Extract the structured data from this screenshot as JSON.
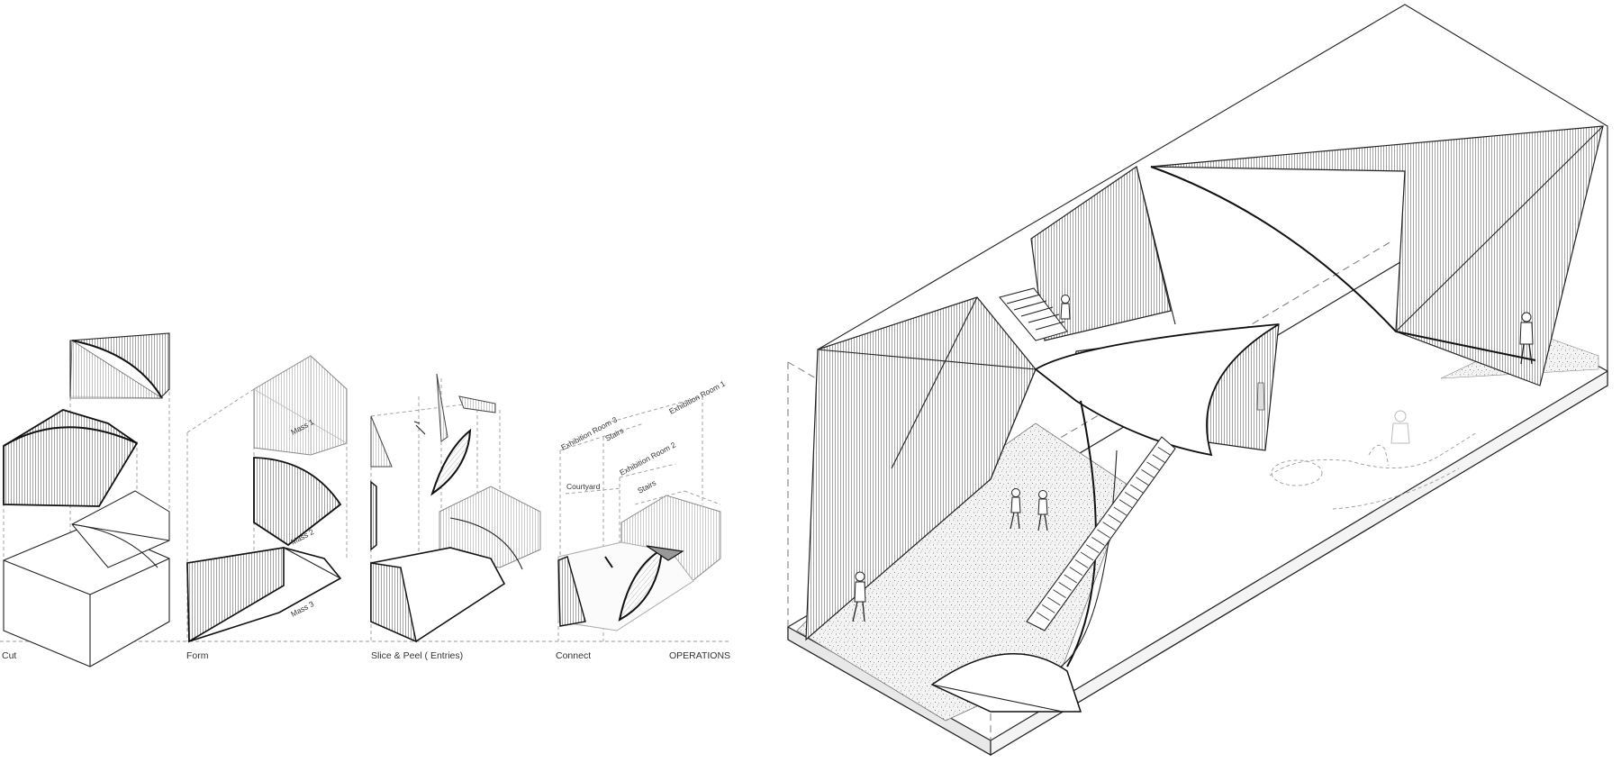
{
  "operations": {
    "title": "OPERATIONS",
    "steps": [
      {
        "label": "Cut"
      },
      {
        "label": "Form"
      },
      {
        "label": "Slice & Peel ( Entries)"
      },
      {
        "label": "Connect"
      }
    ]
  },
  "form_labels": {
    "mass1": "Mass 1",
    "mass2": "Mass 2",
    "mass3": "Mass 3"
  },
  "connect_labels": {
    "exhibition_room_3": "Exhibition Room 3",
    "exhibition_room_1": "Exhibition Room 1",
    "exhibition_room_2": "Exhibition Room 2",
    "stairs_upper": "Stairs",
    "stairs_lower": "Stairs",
    "courtyard": "Courtyard"
  }
}
